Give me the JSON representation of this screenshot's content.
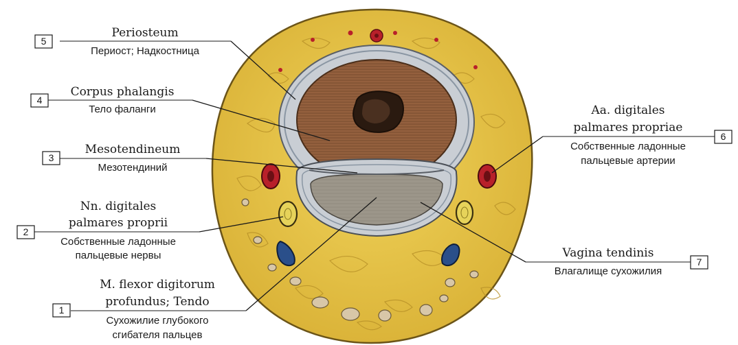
{
  "labels": [
    {
      "num": "5",
      "latin": [
        "Periosteum"
      ],
      "russian": [
        "Периост; Надкостница"
      ]
    },
    {
      "num": "4",
      "latin": [
        "Corpus phalangis"
      ],
      "russian": [
        "Тело фаланги"
      ]
    },
    {
      "num": "3",
      "latin": [
        "Mesotendineum"
      ],
      "russian": [
        "Мезотендиний"
      ]
    },
    {
      "num": "2",
      "latin": [
        "Nn. digitales",
        "palmares proprii"
      ],
      "russian": [
        "Собственные ладонные",
        "пальцевые нервы"
      ]
    },
    {
      "num": "1",
      "latin": [
        "M. flexor digitorum",
        "profundus; Tendo"
      ],
      "russian": [
        "Сухожилие глубокого",
        "сгибателя пальцев"
      ]
    },
    {
      "num": "6",
      "latin": [
        "Aa. digitales",
        "palmares propriae"
      ],
      "russian": [
        "Собственные ладонные",
        "пальцевые артерии"
      ]
    },
    {
      "num": "7",
      "latin": [
        "Vagina tendinis"
      ],
      "russian": [
        "Влагалище сухожилия"
      ]
    }
  ],
  "colors": {
    "skin": "#e8c84a",
    "fat": "#e2bf3e",
    "bone": "#8a5a38",
    "marrow": "#2a1a10",
    "tendon": "#9a9486",
    "sheath": "#c9ced4",
    "artery": "#b8202a",
    "nerve": "#e6d35a",
    "vein": "#2a4f8a"
  }
}
